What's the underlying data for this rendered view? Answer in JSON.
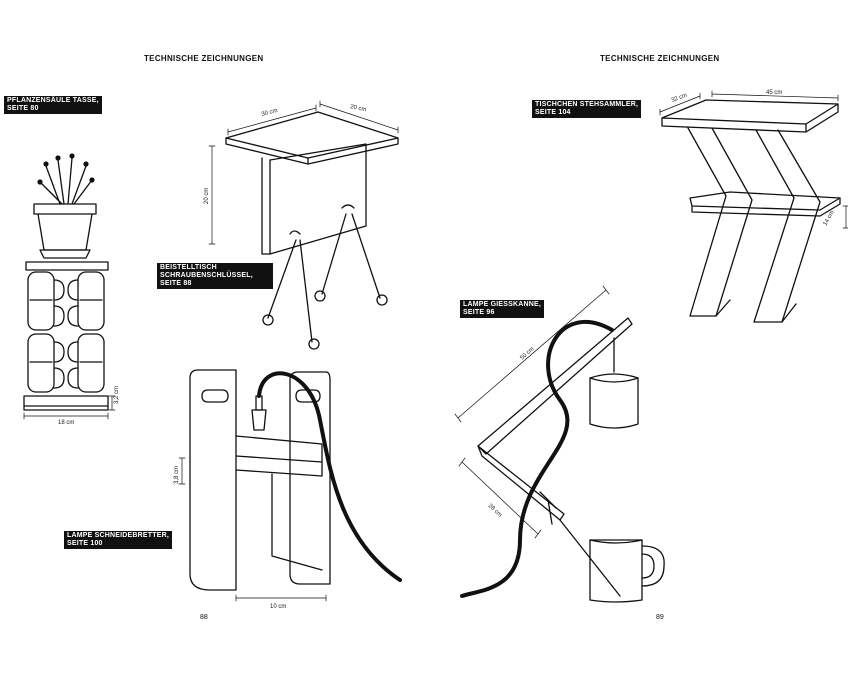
{
  "spread": {
    "left": {
      "header": "TECHNISCHE ZEICHNUNGEN",
      "page_number": "88",
      "items": [
        {
          "title": "PFLANZENSÄULE TASSE,",
          "ref": "SEITE 80",
          "dims": [
            "18 cm",
            "3,2 cm"
          ]
        },
        {
          "title": "BEISTELLTISCH SCHRAUBENSCHLÜSSEL,",
          "ref": "SEITE 88",
          "dims": [
            "30 cm",
            "20 cm",
            "20 cm"
          ]
        },
        {
          "title": "LAMPE SCHNEIDEBRETTER,",
          "ref": "SEITE 100",
          "dims": [
            "3,8 cm",
            "10 cm"
          ]
        }
      ]
    },
    "right": {
      "header": "TECHNISCHE ZEICHNUNGEN",
      "page_number": "89",
      "items": [
        {
          "title": "TISCHCHEN STEHSAMMLER,",
          "ref": "SEITE 104",
          "dims": [
            "32 cm",
            "45 cm",
            "14 cm"
          ]
        },
        {
          "title": "LAMPE GIESSKANNE,",
          "ref": "SEITE 96",
          "dims": [
            "50 cm",
            "28 cm"
          ]
        }
      ]
    }
  }
}
